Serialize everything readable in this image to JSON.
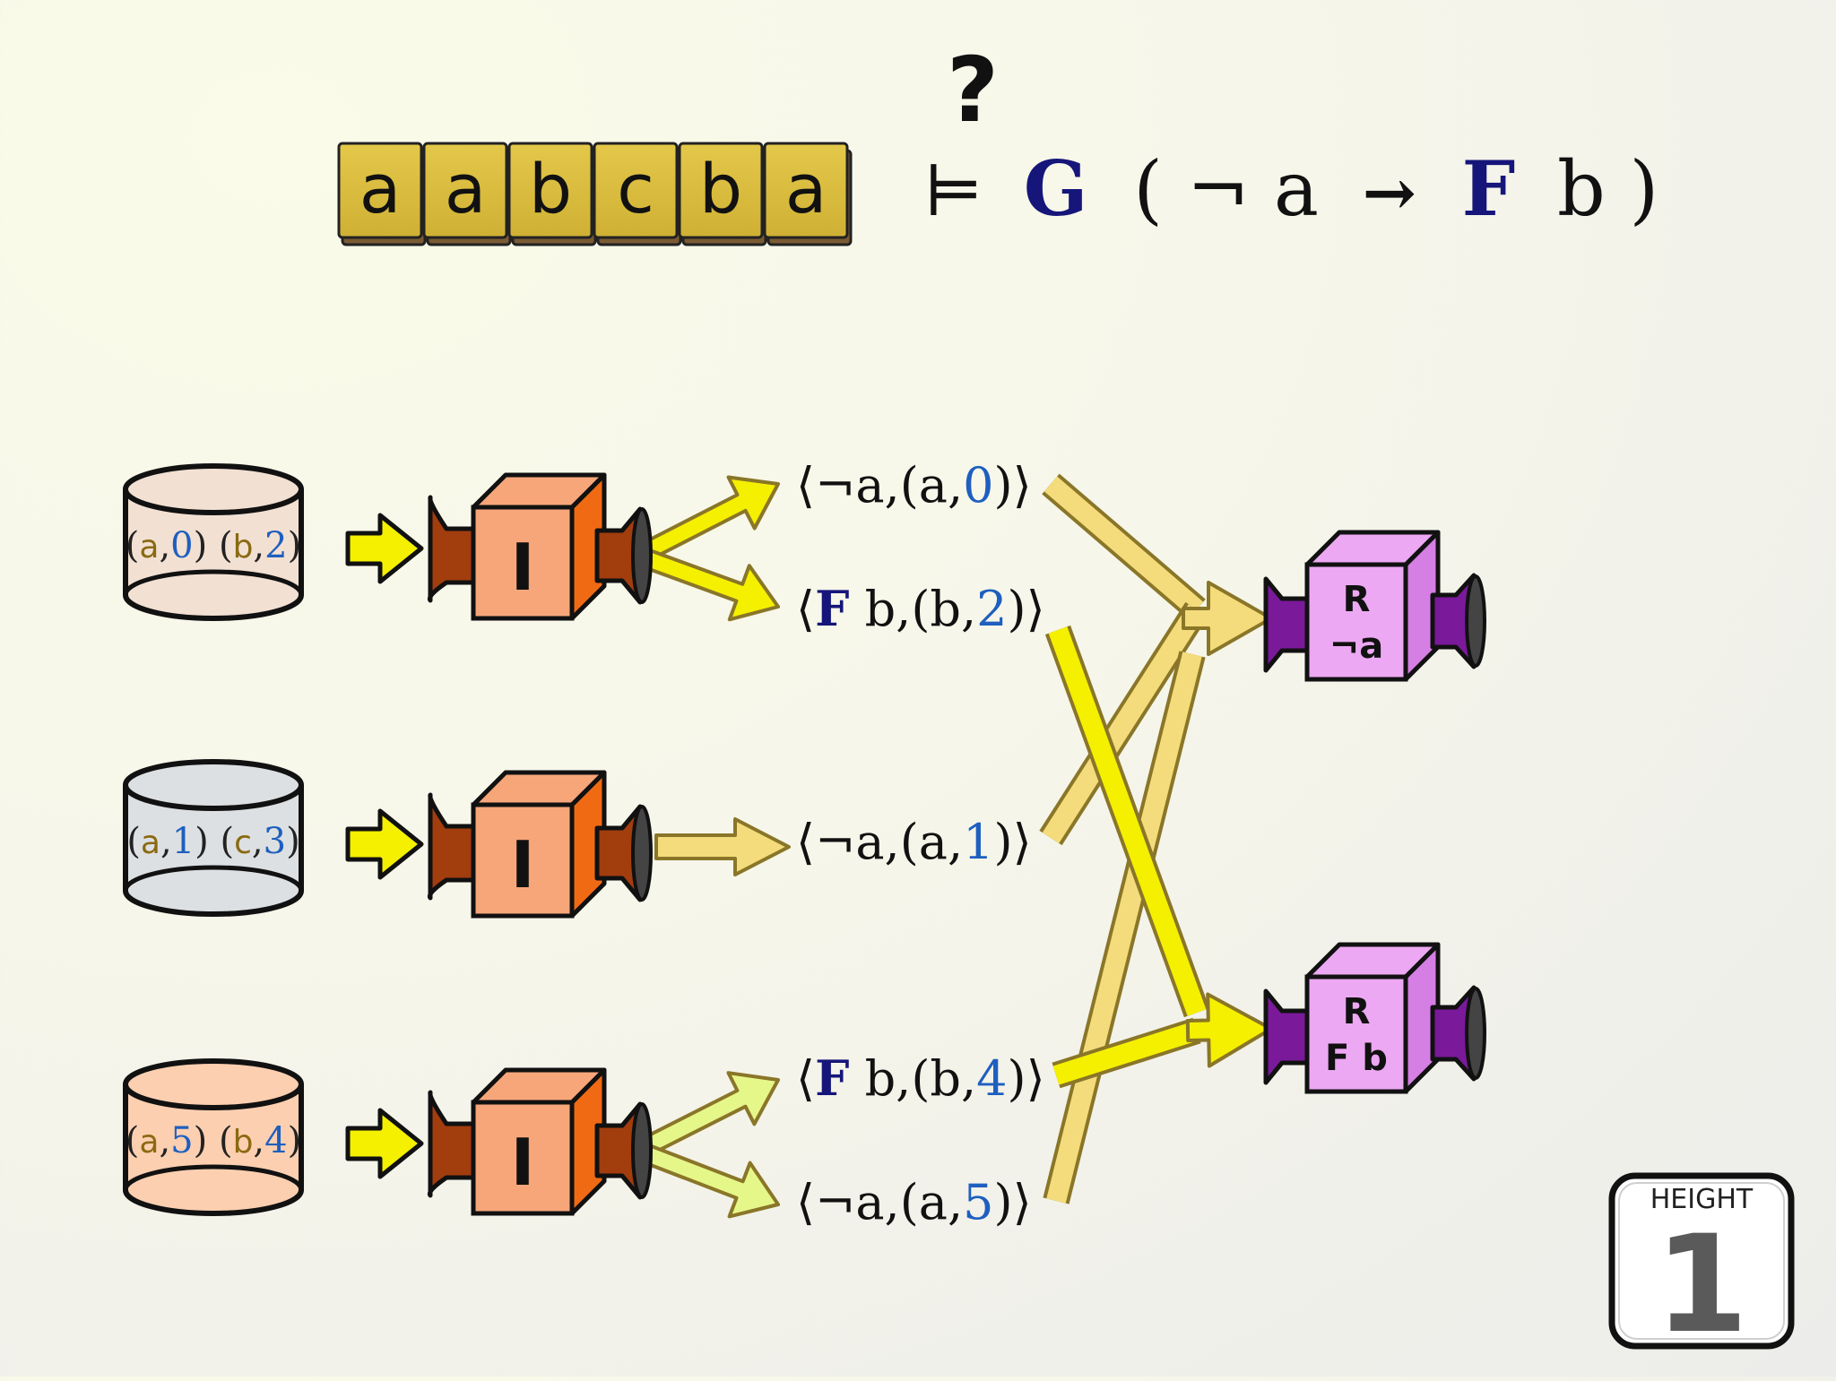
{
  "word": {
    "letters": [
      "a",
      "a",
      "b",
      "c",
      "b",
      "a"
    ]
  },
  "formula": {
    "question_mark": "?",
    "models": "⊨",
    "G": "G",
    "open": "(",
    "neg": "¬",
    "a": "a",
    "arrow": "→",
    "F": "F",
    "b": "b",
    "close": ")"
  },
  "databases": [
    {
      "items": [
        {
          "sym": "a",
          "num": "0"
        },
        {
          "sym": "b",
          "num": "2"
        }
      ],
      "color": "#f2e0d2"
    },
    {
      "items": [
        {
          "sym": "a",
          "num": "1"
        },
        {
          "sym": "c",
          "num": "3"
        }
      ],
      "color": "#dde0e2"
    },
    {
      "items": [
        {
          "sym": "a",
          "num": "5"
        },
        {
          "sym": "b",
          "num": "4"
        }
      ],
      "color": "#fccfb0"
    }
  ],
  "mappers": {
    "label": "I",
    "count": 3
  },
  "pairs": [
    {
      "op": "",
      "neg": "¬",
      "var": "a",
      "sym": "a",
      "num": "0"
    },
    {
      "op": "F",
      "neg": "",
      "var": " b",
      "sym": "b",
      "num": "2"
    },
    {
      "op": "",
      "neg": "¬",
      "var": "a",
      "sym": "a",
      "num": "1"
    },
    {
      "op": "F",
      "neg": "",
      "var": " b",
      "sym": "b",
      "num": "4"
    },
    {
      "op": "",
      "neg": "¬",
      "var": "a",
      "sym": "a",
      "num": "5"
    }
  ],
  "reducers": [
    {
      "label": "R",
      "sub": "¬a"
    },
    {
      "label": "R",
      "sub": "F b"
    }
  ],
  "badge": {
    "label": "HEIGHT",
    "value": "1"
  },
  "colors": {
    "tile": "#d9bc3a",
    "navy": "#15157a",
    "blue_num": "#1e5fbf",
    "gold_sym": "#8a6a12",
    "mapper_face": "#f7a67a",
    "mapper_side": "#f06a14",
    "mapper_cone": "#a23d0e",
    "reducer_face": "#eca8f2",
    "reducer_cone": "#7a1a9a",
    "pale_arrow": "#f4dc7c",
    "bright_arrow": "#f4f000"
  }
}
